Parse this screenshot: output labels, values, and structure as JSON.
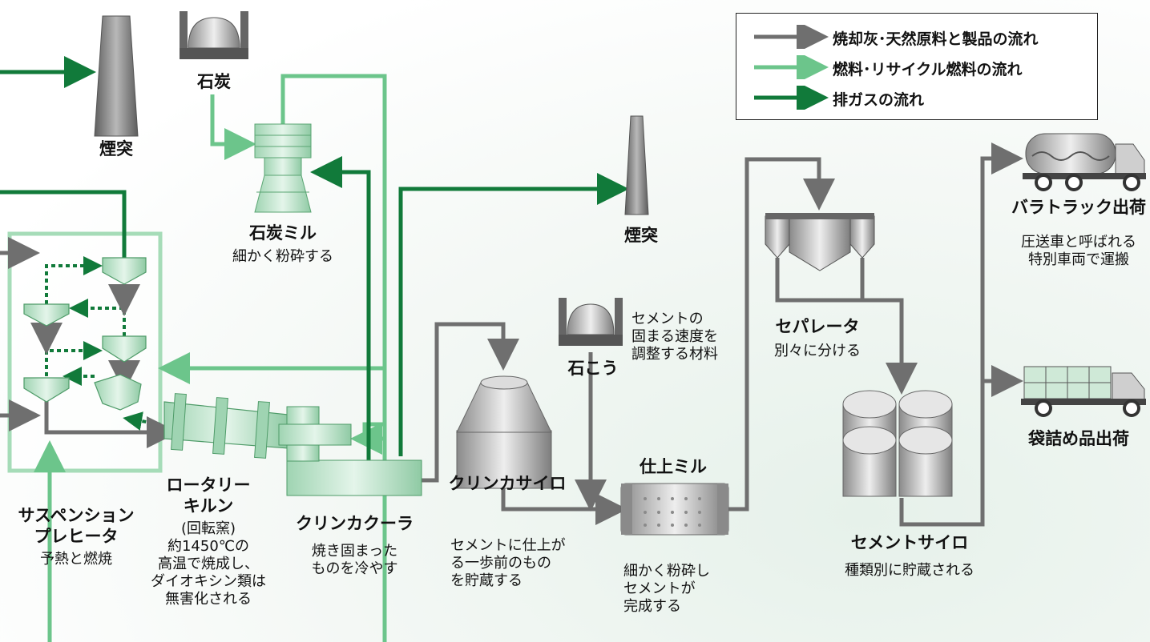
{
  "legend": {
    "gray": "焼却灰･天然原料と製品の流れ",
    "light": "燃料･リサイクル燃料の流れ",
    "dark": "排ガスの流れ"
  },
  "colors": {
    "gray": "#6f6f6f",
    "light_green": "#6cc58b",
    "dark_green": "#117a3a",
    "equipment": "#bfe5cc"
  },
  "labels": {
    "chimney1": "煙突",
    "coal1": "石炭",
    "coal_mill": {
      "title": "石炭ミル",
      "desc": "細かく粉砕する"
    },
    "chimney2": "煙突",
    "separator": {
      "title": "セパレータ",
      "desc": "別々に分ける"
    },
    "bulk_truck": {
      "title": "バラトラック出荷",
      "desc": [
        "圧送車と呼ばれる",
        "特別車両で運搬"
      ]
    },
    "bag_truck": {
      "title": "袋詰め品出荷"
    },
    "gypsum": {
      "title": "石こう",
      "desc": [
        "セメントの",
        "固まる速度を",
        "調整する材料"
      ]
    },
    "clinker_silo": {
      "title": "クリンカサイロ",
      "desc": [
        "セメントに仕上が",
        "る一歩前のもの",
        "を貯蔵する"
      ]
    },
    "finish_mill": {
      "title": "仕上ミル",
      "desc": [
        "細かく粉砕し",
        "セメントが",
        "完成する"
      ]
    },
    "cement_silo": {
      "title": "セメントサイロ",
      "desc": "種類別に貯蔵される"
    },
    "preheater": {
      "title": [
        "サスペンション",
        "プレヒータ"
      ],
      "desc": "予熱と燃焼"
    },
    "kiln": {
      "title": [
        "ロータリー",
        "キルン"
      ],
      "desc": [
        "(回転窯)",
        "約1450℃の",
        "高温で焼成し、",
        "ダイオキシン類は",
        "無害化される"
      ]
    },
    "cooler": {
      "title": "クリンカクーラ",
      "desc": [
        "焼き固まった",
        "ものを冷やす"
      ]
    }
  }
}
